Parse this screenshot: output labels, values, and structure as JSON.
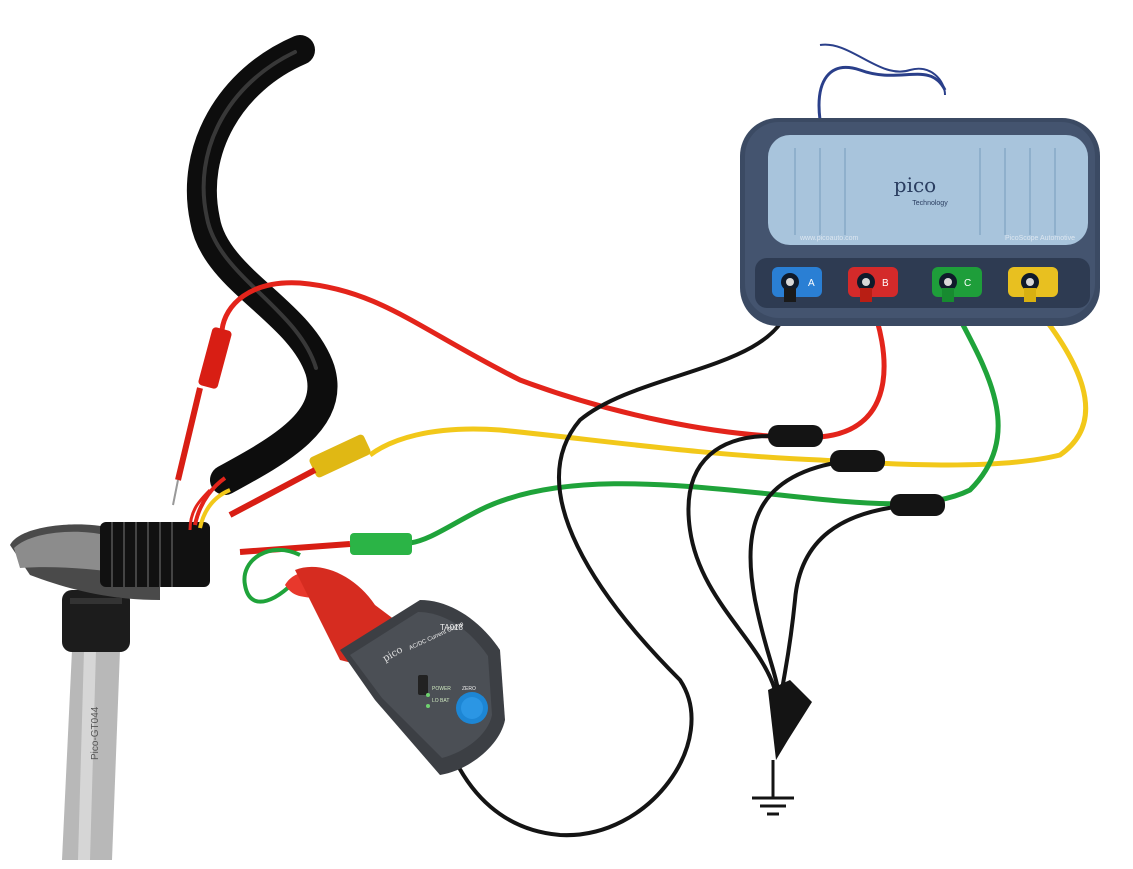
{
  "scope": {
    "brand": "pico",
    "subtitle": "Technology",
    "model": "PicoScope Automotive",
    "url": "www.picoauto.com",
    "channels": [
      {
        "label": "A",
        "color": "#2a7fd4"
      },
      {
        "label": "B",
        "color": "#d42a2a"
      },
      {
        "label": "C",
        "color": "#1e9e3a"
      },
      {
        "label": "",
        "color": "#e8c020"
      }
    ]
  },
  "clamp": {
    "brand": "pico",
    "model": "TA018",
    "title": "AC/DC Current Clamp",
    "power_label": "POWER",
    "low_batt_label": "LO BAT",
    "zero_label": "ZERO"
  },
  "coil": {
    "label": "Pico-GT044"
  },
  "colors": {
    "red": "#e3241b",
    "yellow": "#f2c81a",
    "green": "#1fa33a",
    "black": "#141414",
    "scope_body": "#3b4a63",
    "scope_panel": "#a8c4dc"
  }
}
